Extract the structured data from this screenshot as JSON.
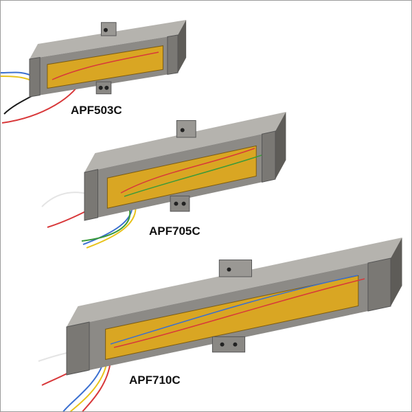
{
  "products": [
    {
      "label": "APF503C"
    },
    {
      "label": "APF705C"
    },
    {
      "label": "APF710C"
    }
  ],
  "colors": {
    "steel": "#8c8a86",
    "steel_light": "#b5b3ae",
    "steel_dark": "#5e5c58",
    "kapton": "#d9a623",
    "wire_red": "#d8383a",
    "wire_blue": "#3a6fd0",
    "wire_yellow": "#e8c21a",
    "wire_black": "#1a1a1a",
    "wire_white": "#e4e4e4",
    "wire_green": "#3a9a3a"
  }
}
